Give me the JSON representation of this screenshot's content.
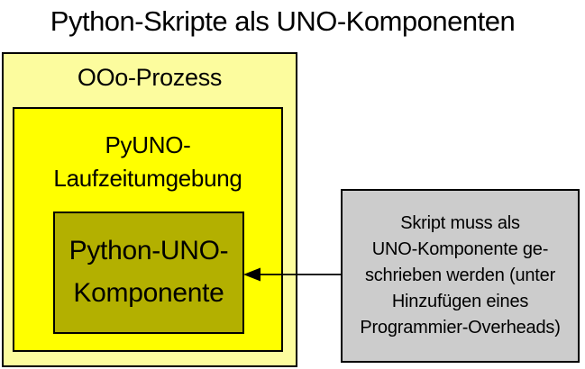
{
  "title": "Python-Skripte als UNO-Komponenten",
  "colors": {
    "page_background": "#FFFFFF",
    "border": "#000000",
    "text": "#000000",
    "ooo_process_fill": "#FCFC9E",
    "pyuno_runtime_fill": "#FFFF00",
    "python_uno_component_fill": "#B3B000",
    "note_fill": "#CCCCCC"
  },
  "diagram": {
    "ooo_process": {
      "label": "OOo-Prozess"
    },
    "pyuno_runtime": {
      "lines": [
        "PyUNO-",
        "Laufzeitumgebung"
      ]
    },
    "python_uno_component": {
      "lines": [
        "Python-UNO-",
        "Komponente"
      ]
    },
    "note": {
      "lines": [
        "Skript muss als",
        "UNO-Komponente ge-",
        "schrieben werden (unter",
        "Hinzufügen eines",
        "Programmier-Overheads)"
      ]
    },
    "arrow": {
      "from": "note",
      "to": "python_uno_component",
      "direction": "left"
    }
  }
}
